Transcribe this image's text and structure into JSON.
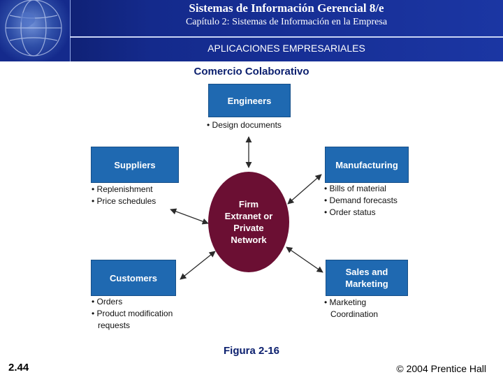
{
  "header": {
    "title": "Sistemas de Información Gerencial 8/e",
    "subtitle": "Capítulo 2: Sistemas de Información en la Empresa",
    "section": "APLICACIONES EMPRESARIALES"
  },
  "slide": {
    "title": "Comercio Colaborativo",
    "caption": "Figura 2-16",
    "number": "2.44",
    "copyright": "© 2004 Prentice Hall"
  },
  "diagram": {
    "hub": {
      "lines": [
        "Firm",
        "Extranet or",
        "Private",
        "Network"
      ],
      "color": "#6b0f33"
    },
    "box_color": "#1f69b1",
    "nodes": {
      "engineers": {
        "label": "Engineers",
        "items": [
          "Design documents"
        ]
      },
      "suppliers": {
        "label": "Suppliers",
        "items": [
          "Replenishment",
          "Price schedules"
        ]
      },
      "manufacturing": {
        "label": "Manufacturing",
        "items": [
          "Bills of material",
          "Demand forecasts",
          "Order status"
        ]
      },
      "customers": {
        "label": "Customers",
        "items": [
          "Orders",
          "Product modification",
          "requests"
        ]
      },
      "sales": {
        "label_lines": [
          "Sales and",
          "Marketing"
        ],
        "items": [
          "Marketing",
          "Coordination"
        ]
      }
    }
  }
}
